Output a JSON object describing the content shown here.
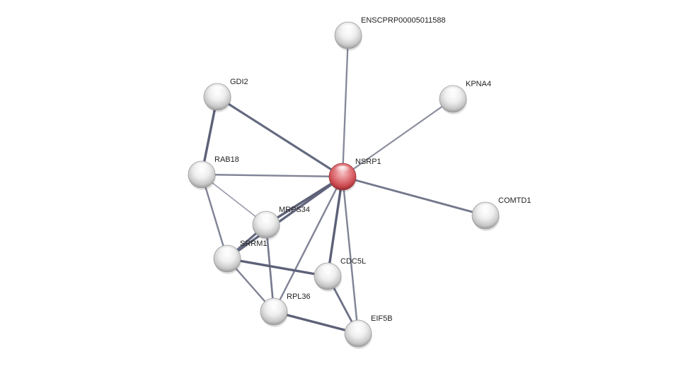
{
  "diagram": {
    "nodes": [
      {
        "id": "ENSCPRP00005011588",
        "label": "ENSCPRP00005011588",
        "query": false
      },
      {
        "id": "KPNA4",
        "label": "KPNA4",
        "query": false
      },
      {
        "id": "GDI2",
        "label": "GDI2",
        "query": false
      },
      {
        "id": "NSRP1",
        "label": "NSRP1",
        "query": true
      },
      {
        "id": "RAB18",
        "label": "RAB18",
        "query": false
      },
      {
        "id": "COMTD1",
        "label": "COMTD1",
        "query": false
      },
      {
        "id": "MRPS34",
        "label": "MRPS34",
        "query": false
      },
      {
        "id": "SRRM1",
        "label": "SRRM1",
        "query": false
      },
      {
        "id": "CDC5L",
        "label": "CDC5L",
        "query": false
      },
      {
        "id": "RPL36",
        "label": "RPL36",
        "query": false
      },
      {
        "id": "EIF5B",
        "label": "EIF5B",
        "query": false
      }
    ],
    "edges": [
      {
        "source": "NSRP1",
        "target": "ENSCPRP00005011588",
        "strength": 0.55
      },
      {
        "source": "NSRP1",
        "target": "KPNA4",
        "strength": 0.5
      },
      {
        "source": "NSRP1",
        "target": "GDI2",
        "strength": 0.9
      },
      {
        "source": "NSRP1",
        "target": "RAB18",
        "strength": 0.6
      },
      {
        "source": "NSRP1",
        "target": "COMTD1",
        "strength": 0.75
      },
      {
        "source": "NSRP1",
        "target": "MRPS34",
        "strength": 1.0
      },
      {
        "source": "NSRP1",
        "target": "SRRM1",
        "strength": 0.95
      },
      {
        "source": "NSRP1",
        "target": "CDC5L",
        "strength": 1.0
      },
      {
        "source": "NSRP1",
        "target": "RPL36",
        "strength": 0.6
      },
      {
        "source": "NSRP1",
        "target": "EIF5B",
        "strength": 0.6
      },
      {
        "source": "GDI2",
        "target": "RAB18",
        "strength": 1.0
      },
      {
        "source": "RAB18",
        "target": "MRPS34",
        "strength": 0.3
      },
      {
        "source": "RAB18",
        "target": "SRRM1",
        "strength": 0.6
      },
      {
        "source": "MRPS34",
        "target": "SRRM1",
        "strength": 0.9
      },
      {
        "source": "MRPS34",
        "target": "RPL36",
        "strength": 0.7
      },
      {
        "source": "SRRM1",
        "target": "CDC5L",
        "strength": 1.0
      },
      {
        "source": "SRRM1",
        "target": "RPL36",
        "strength": 0.6
      },
      {
        "source": "CDC5L",
        "target": "EIF5B",
        "strength": 0.8
      },
      {
        "source": "RPL36",
        "target": "EIF5B",
        "strength": 1.0
      }
    ],
    "colors": {
      "query_node": "#d9575c",
      "node": "#e6e6e6",
      "edge_strong": "#5c6178",
      "edge_weak": "#b8b8c4"
    }
  }
}
